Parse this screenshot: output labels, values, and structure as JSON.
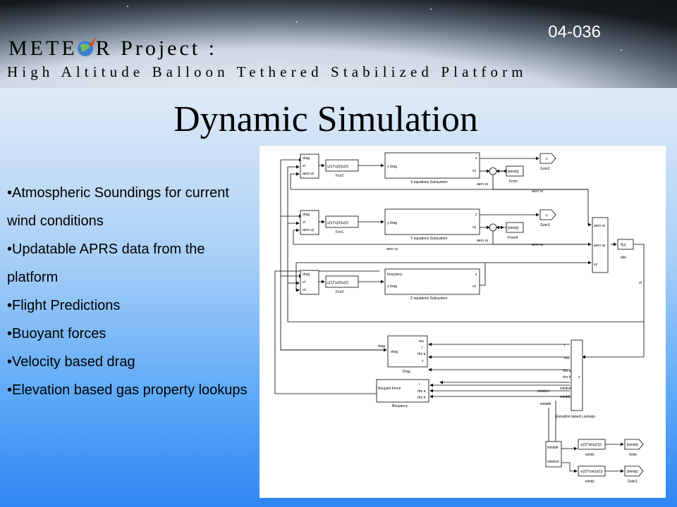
{
  "header": {
    "slide_number": "04-036",
    "title_part1": "METE",
    "title_part2": "R Project :",
    "subtitle": "High Altitude Balloon Tethered Stabilized Platform"
  },
  "main_title": "Dynamic Simulation",
  "bullets": [
    "•Atmospheric Soundings for current wind conditions",
    "•Updatable APRS data from the platform",
    "•Flight Predictions",
    "•Buoyant forces",
    "•Velocity based drag",
    "•Elevation based gas property lookups"
  ],
  "diagram": {
    "x_in": [
      "drag",
      "vt",
      "aero vx"
    ],
    "x_fcn": "u(1)*u(3)/u(2)",
    "x_fcn_name": "Fcn2",
    "x_sub_in": "x drag",
    "x_sub_out": [
      "x",
      "vx"
    ],
    "x_sub_name": "X equations Subsystem",
    "x_from": "[windx]",
    "x_from_name": "From",
    "x_goto": "x",
    "x_goto_name": "Goto2",
    "x_aero": "aero vx",
    "y_in": [
      "drag",
      "vt",
      "aero vy"
    ],
    "y_fcn": "u(1)*u(3)/u(2)",
    "y_fcn_name": "Fcn1",
    "y_sub_in": "y drag",
    "y_sub_out": [
      "y",
      "vy"
    ],
    "y_sub_name": "Y equations Subsystem",
    "y_from": "[windy]",
    "y_from_name": "From4",
    "y_goto": "y",
    "y_goto_name": "Goto3",
    "y_aero": "aero vy",
    "z_in": [
      "drag",
      "vt",
      "vz"
    ],
    "z_fcn": "u(1)*u(3)/u(2)",
    "z_fcn_name": "Fcn3",
    "z_sub_in": [
      "bouyancy",
      "z drag"
    ],
    "z_sub_out": [
      "z",
      "vz"
    ],
    "z_sub_name": "Z equations Subsystem",
    "abs_in": [
      "aero vx",
      "aero vy",
      "vz"
    ],
    "abs_fcn": "f(u)",
    "abs_name": "abs",
    "abs_out": "vt",
    "drag_in": "drag",
    "drag_ports": [
      "mu",
      "r",
      "rho a",
      "v"
    ],
    "drag_name": "Drag",
    "drag_sig": "drag",
    "buoy_label": "Bouyant Force",
    "buoy_ports": [
      "r",
      "rho a",
      "rho h"
    ],
    "buoy_name": "Bouyancy",
    "elev_ports": [
      "r",
      "mu",
      "rho a",
      "rho h",
      "z",
      "windvel",
      "winddir"
    ],
    "elev_name": "Elevation based\nLookups",
    "winddir_label": "winddir",
    "windvel_label": "windvel",
    "wind_in": [
      "winddir",
      "windvel"
    ],
    "windx_fcn": "-u(2)*sin(u(1))",
    "windx_name": "windx",
    "windy_fcn": "-u(2)*cos(u(1))",
    "windy_name": "windy",
    "goto_windx": "[windx]",
    "goto_windx_name": "Goto",
    "goto_windy": "[windy]",
    "goto_windy_name": "Goto1"
  },
  "colors": {
    "diagram_bg": "#ffffff",
    "slide_number": "#ffffff"
  }
}
